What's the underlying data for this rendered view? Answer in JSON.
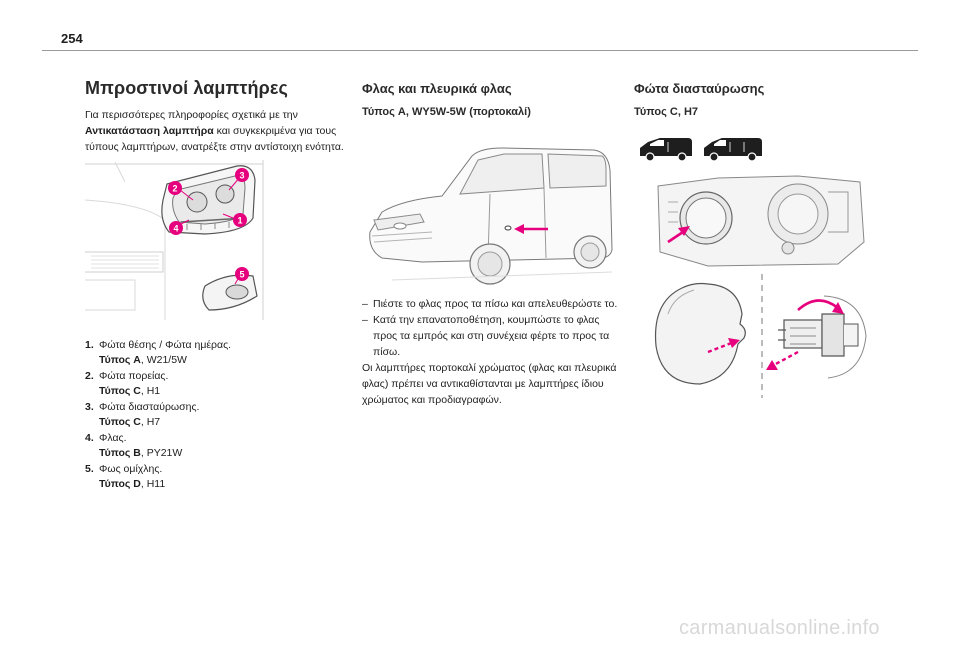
{
  "page": {
    "number": "254"
  },
  "col1": {
    "title": "Μπροστινοί λαμπτήρες",
    "intro_pre": "Για περισσότερες πληροφορίες σχετικά με την ",
    "intro_bold": "Αντικατάσταση λαμπτήρα",
    "intro_post": " και συγκεκριμένα για τους τύπους λαμπτήρων, ανατρέξτε στην αντίστοιχη ενότητα.",
    "callouts": [
      "1",
      "2",
      "3",
      "4",
      "5"
    ],
    "legend": [
      {
        "num": "1.",
        "text": "Φώτα θέσης / Φώτα ημέρας.",
        "type_label": "Τύπος A",
        "type_value": ", W21/5W"
      },
      {
        "num": "2.",
        "text": "Φώτα πορείας.",
        "type_label": "Τύπος C",
        "type_value": ", H1"
      },
      {
        "num": "3.",
        "text": "Φώτα διασταύρωσης.",
        "type_label": "Τύπος C",
        "type_value": ", H7"
      },
      {
        "num": "4.",
        "text": "Φλας.",
        "type_label": "Τύπος B",
        "type_value": ", PY21W"
      },
      {
        "num": "5.",
        "text": "Φως ομίχλης.",
        "type_label": "Τύπος D",
        "type_value": ", H11"
      }
    ]
  },
  "col2": {
    "title": "Φλας και πλευρικά φλας",
    "type": "Τύπος A, WY5W-5W (πορτοκαλί)",
    "steps": [
      "Πιέστε το φλας προς τα πίσω και απελευθερώστε το.",
      "Κατά την επανατοποθέτηση, κουμπώστε το φλας προς τα εμπρός και στη συνέχεια φέρτε το προς τα πίσω."
    ],
    "step_dash": "–",
    "note": "Οι λαμπτήρες πορτοκαλί χρώματος (φλας και πλευρικά φλας) πρέπει να αντικαθίστανται με λαμπτήρες ίδιου χρώματος και προδιαγραφών."
  },
  "col3": {
    "title": "Φώτα διασταύρωσης",
    "type": "Τύπος C, H7"
  },
  "watermark": "carmanualsonline.info",
  "colors": {
    "accent": "#e6007e",
    "text": "#1e1e1e",
    "line": "#9a9a9a"
  }
}
